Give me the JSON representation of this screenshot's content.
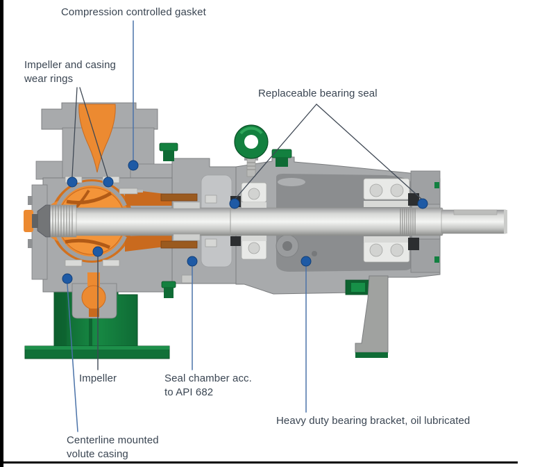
{
  "diagram": {
    "callouts": [
      {
        "id": "compression-controlled-gasket",
        "lines": [
          "Compression controlled gasket"
        ]
      },
      {
        "id": "impeller-and-casing-wear-rings",
        "lines": [
          "Impeller and casing",
          "wear rings"
        ]
      },
      {
        "id": "replaceable-bearing-seal",
        "lines": [
          "Replaceable bearing seal"
        ]
      },
      {
        "id": "impeller",
        "lines": [
          "Impeller"
        ]
      },
      {
        "id": "seal-chamber-api-682",
        "lines": [
          "Seal chamber acc.",
          "to API 682"
        ]
      },
      {
        "id": "heavy-duty-bearing-bracket",
        "lines": [
          "Heavy duty bearing bracket, oil lubricated"
        ]
      },
      {
        "id": "centerline-mounted-volute-casing",
        "lines": [
          "Centerline mounted",
          "volute casing"
        ]
      }
    ],
    "colors": {
      "callout_dot": "#1e5aa5",
      "callout_dot_edge": "#123f78",
      "callout_line_blue": "#4a72a8",
      "callout_line_dark": "#3f4854",
      "label_text": "#3a4552",
      "casing_gray": "#a8aaac",
      "cavity_gray": "#8b8d8f",
      "flow_orange": "#ec8a31",
      "impeller_orange": "#f39439",
      "base_green": "#127038",
      "shaft_silver": "#e9eae8",
      "background": "#ffffff",
      "frame_black": "#000000"
    }
  }
}
